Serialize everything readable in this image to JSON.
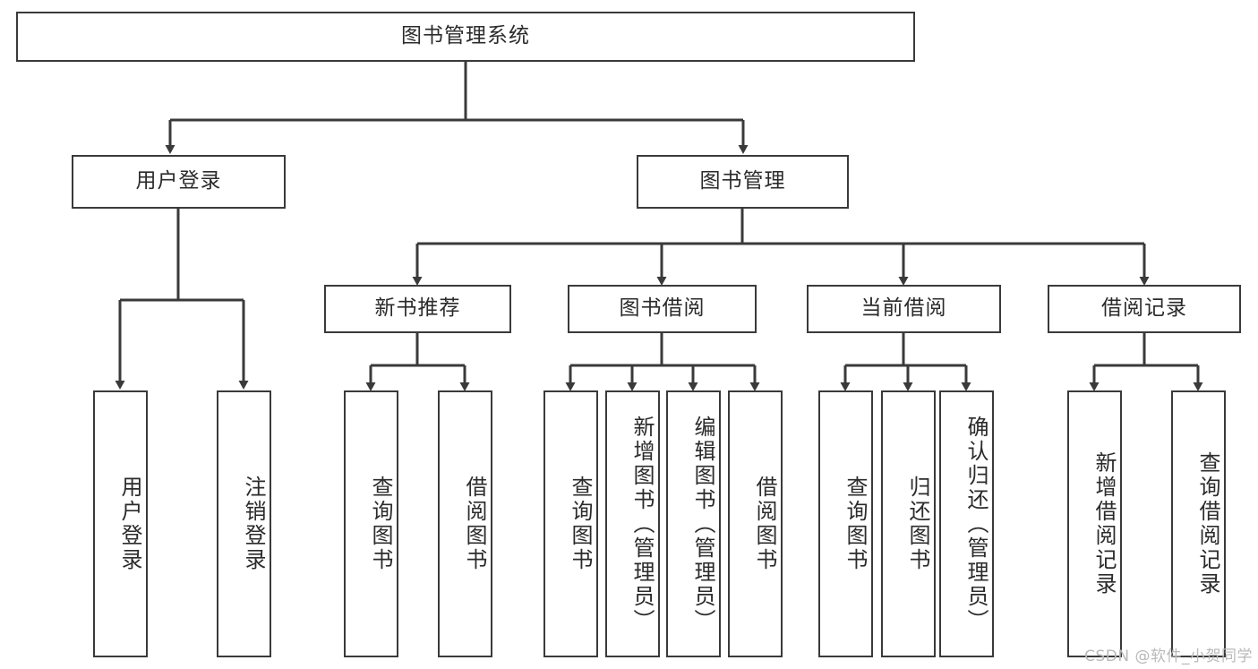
{
  "diagram": {
    "title": "图书管理系统",
    "type": "功能结构图",
    "colors": {
      "stroke": "#3a3a3a",
      "text": "#2b2b2b",
      "background": "#ffffff",
      "watermark": "#b9b9b9"
    },
    "root": {
      "label": "图书管理系统"
    },
    "level2": [
      {
        "label": "用户登录"
      },
      {
        "label": "图书管理"
      }
    ],
    "level3": [
      {
        "label": "新书推荐"
      },
      {
        "label": "图书借阅"
      },
      {
        "label": "当前借阅"
      },
      {
        "label": "借阅记录"
      }
    ],
    "leaves": {
      "user_login": [
        {
          "label": "用户登录"
        },
        {
          "label": "注销登录"
        }
      ],
      "new_book": [
        {
          "label": "查询图书"
        },
        {
          "label": "借阅图书"
        }
      ],
      "book_borrow": [
        {
          "label": "查询图书"
        },
        {
          "label": "新增图书（管理员）"
        },
        {
          "label": "编辑图书（管理员）"
        },
        {
          "label": "借阅图书"
        }
      ],
      "current_borrow": [
        {
          "label": "查询图书"
        },
        {
          "label": "归还图书"
        },
        {
          "label": "确认归还（管理员）"
        }
      ],
      "borrow_record": [
        {
          "label": "新增借阅记录"
        },
        {
          "label": "查询借阅记录"
        }
      ]
    }
  },
  "watermark": {
    "text": "CSDN @软件_小贺同学"
  }
}
